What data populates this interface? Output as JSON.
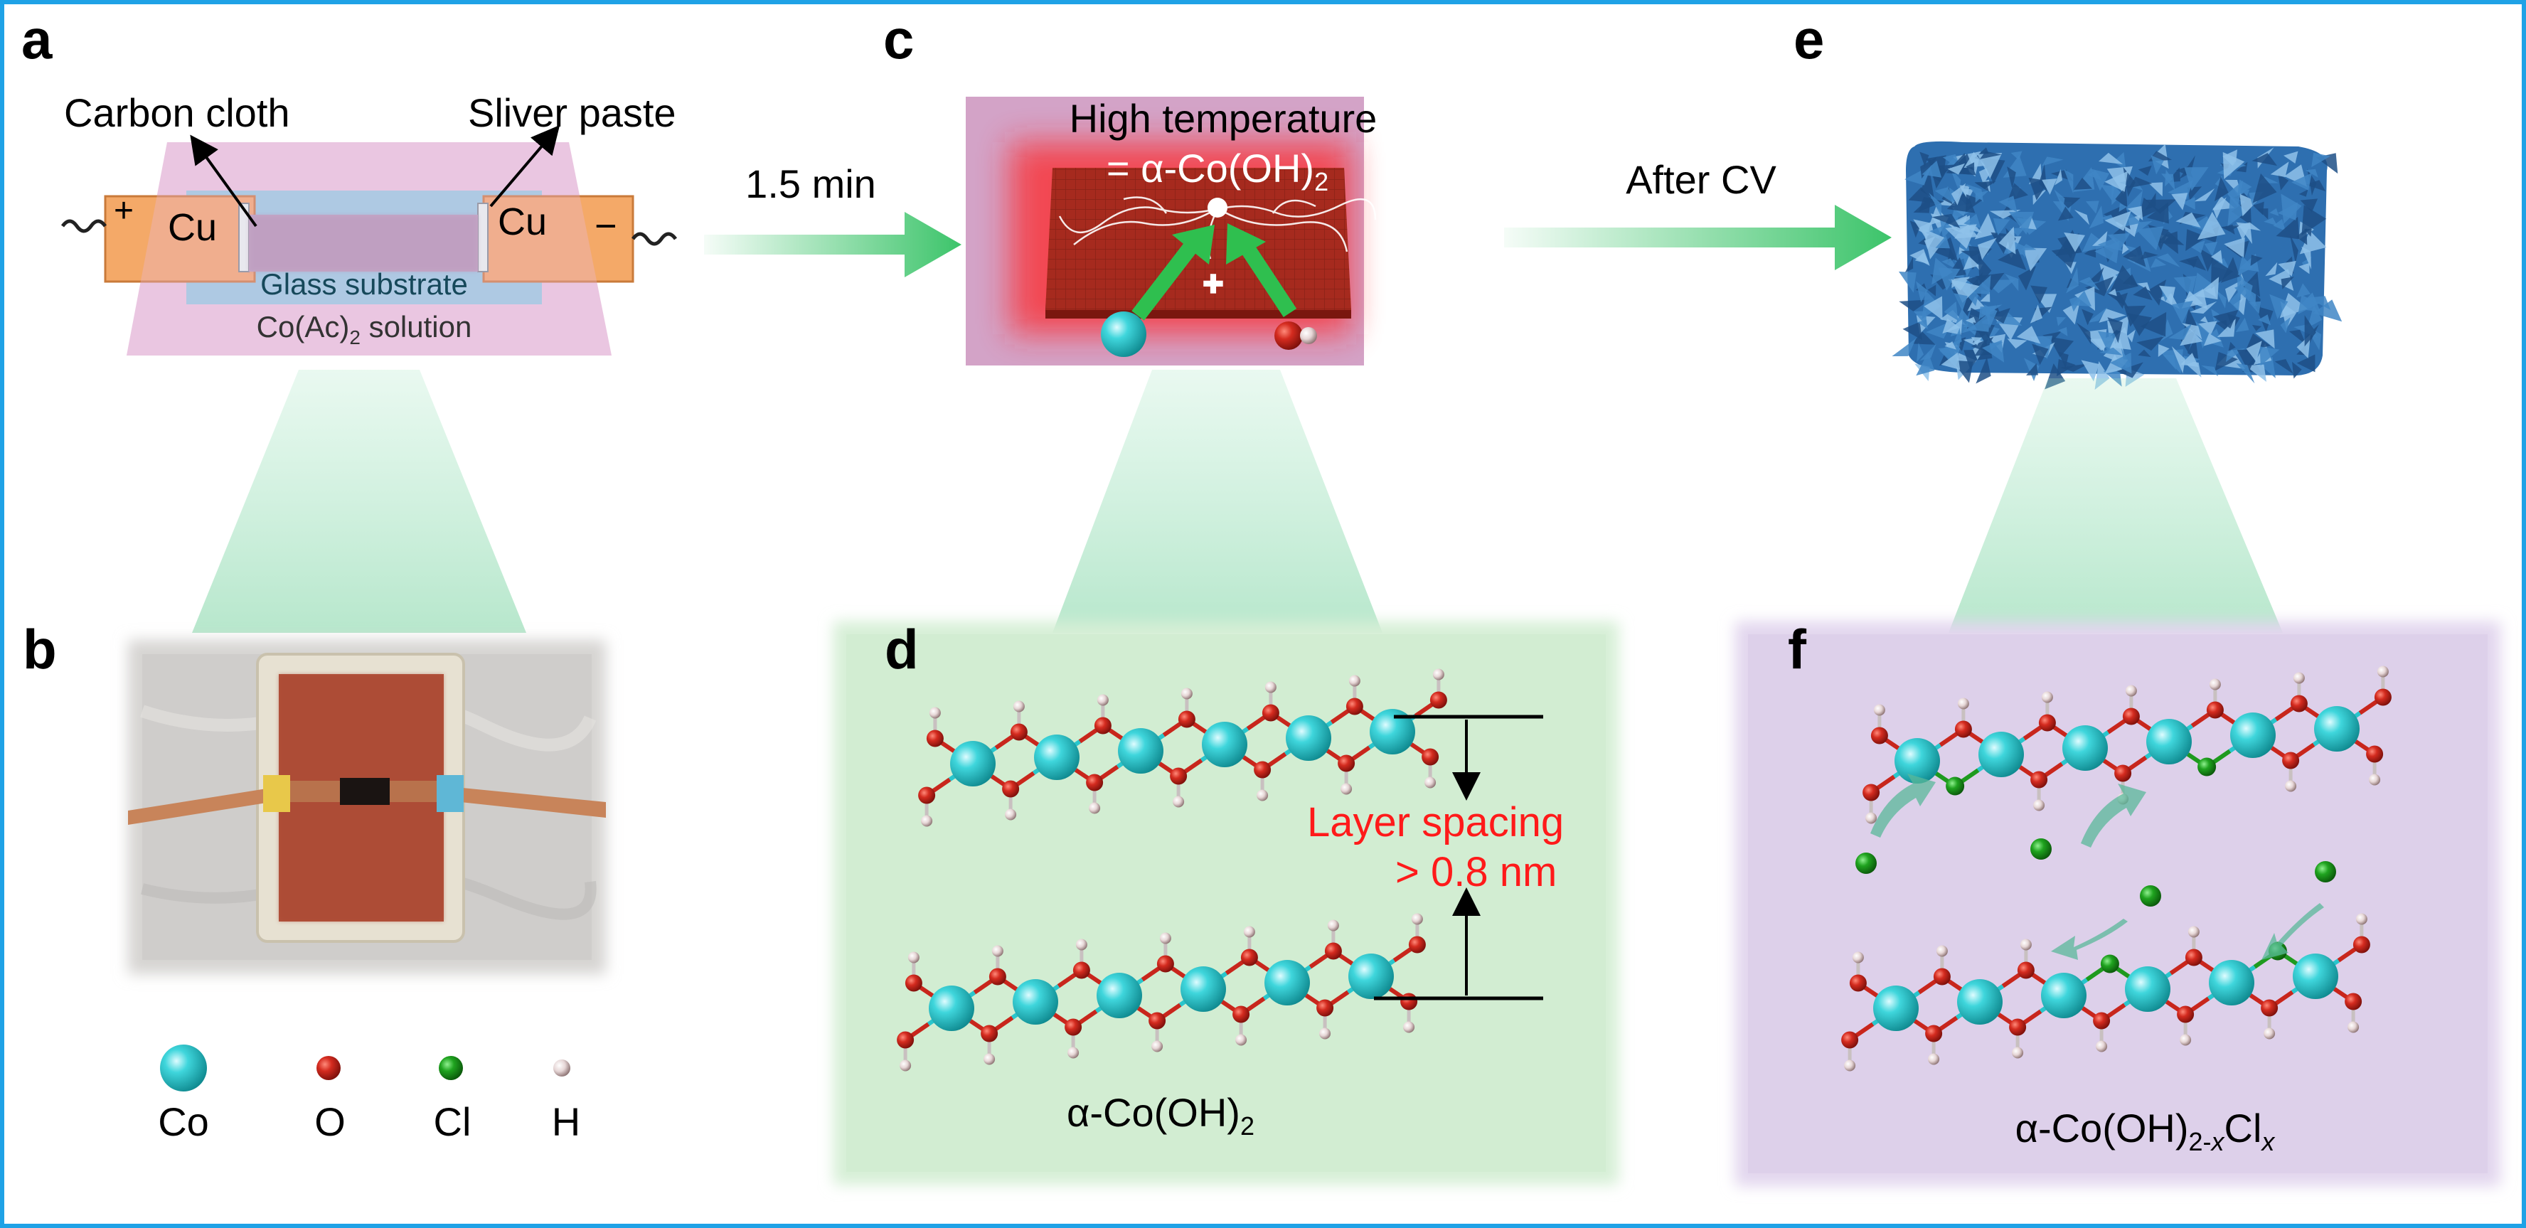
{
  "panels": {
    "a": {
      "letter": "a",
      "carbon_cloth": "Carbon cloth",
      "silver_paste": "Sliver paste",
      "cu_left": "Cu",
      "cu_right": "Cu",
      "plus": "+",
      "minus": "−",
      "glass_substrate": "Glass substrate",
      "solution_main": "Co(Ac)",
      "solution_sub": "2",
      "solution_tail": " solution"
    },
    "arrow1": {
      "label": "1.5 min"
    },
    "b": {
      "letter": "b"
    },
    "c": {
      "letter": "c",
      "line1": "High temperature",
      "line2_main": "= α-Co(OH)",
      "line2_sub": "2"
    },
    "arrow2": {
      "label": "After CV"
    },
    "d": {
      "letter": "d",
      "layer_spacing": "Layer spacing",
      "layer_spacing_value": "> 0.8 nm",
      "formula_main": "α-Co(OH)",
      "formula_sub": "2"
    },
    "e": {
      "letter": "e"
    },
    "f": {
      "letter": "f",
      "formula_main": "α-Co(OH)",
      "formula_sub1": "2-",
      "formula_sub1_italic": "x",
      "formula_mid": "Cl",
      "formula_sub2": "x"
    }
  },
  "legend": [
    {
      "label": "Co",
      "color": "#29c6cc"
    },
    {
      "label": "O",
      "color": "#c8261c"
    },
    {
      "label": "Cl",
      "color": "#1e9a1e"
    },
    {
      "label": "H",
      "color": "#e8d8d8"
    }
  ],
  "colors": {
    "frame": "#1fa2e6",
    "arrow_green": "#3cc46a",
    "atom_co": "#29c6cc",
    "atom_o": "#c8261c",
    "atom_cl": "#1e9a1e",
    "atom_h": "#eadcdc",
    "label_red": "#ff1a1a",
    "nanostructure": "#2e6fb0"
  }
}
